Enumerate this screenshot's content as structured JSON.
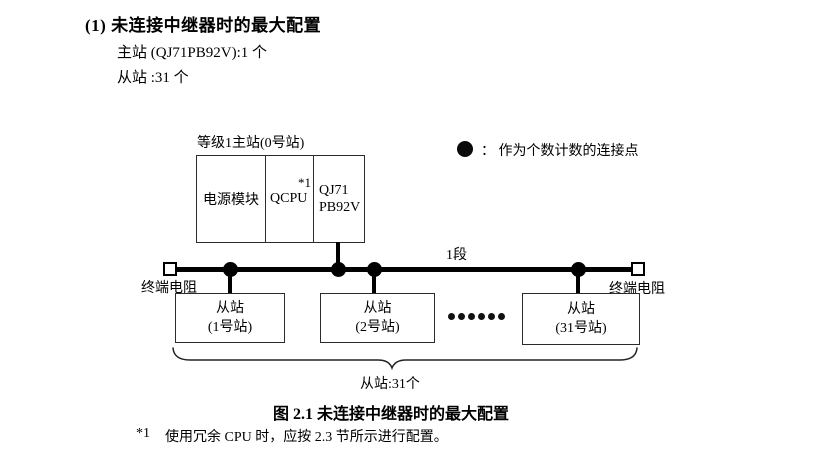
{
  "header": {
    "title": "(1) 未连接中继器时的最大配置",
    "line_master": "主站 (QJ71PB92V):1 个",
    "line_slave": "从站 :31 个"
  },
  "diagram": {
    "master_station_label": "等级1主站(0号站)",
    "modules": {
      "power": "电源模块",
      "cpu": "QCPU",
      "cpu_note": "*1",
      "pb92v_line1": "QJ71",
      "pb92v_line2": "PB92V"
    },
    "legend": {
      "text": "：  作为个数计数的连接点"
    },
    "segment_label": "1段",
    "terminator_left_label": "终端电阻",
    "terminator_right_label": "终端电阻",
    "slaves": [
      {
        "line1": "从站",
        "line2": "(1号站)"
      },
      {
        "line1": "从站",
        "line2": "(2号站)"
      },
      {
        "line1": "从站",
        "line2": "(31号站)"
      }
    ],
    "brace_label": "从站:31个"
  },
  "caption": "图 2.1 未连接中继器时的最大配置",
  "footnote": {
    "marker": "*1",
    "text": "使用冗余 CPU 时，应按 2.3 节所示进行配置。"
  },
  "colors": {
    "text": "#000000",
    "line": "#000000",
    "box_border": "#2b2b2b",
    "background": "#ffffff"
  }
}
